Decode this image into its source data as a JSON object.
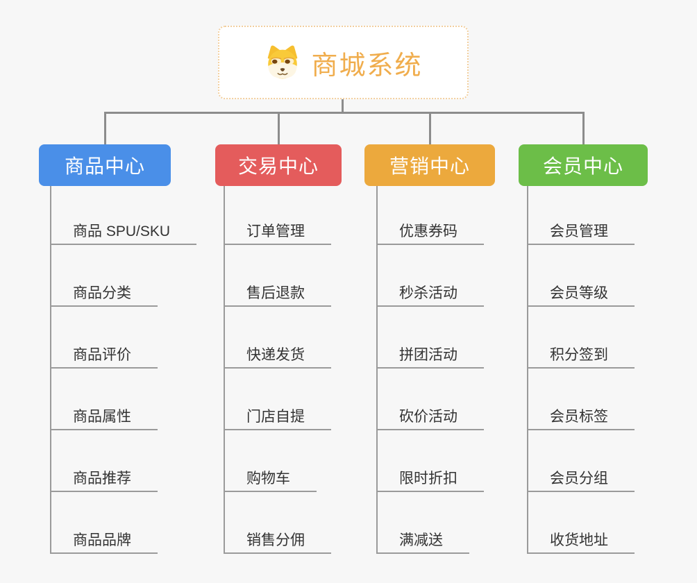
{
  "canvas": {
    "background": "#f7f7f7"
  },
  "root": {
    "title": "商城系统",
    "icon": "dog-face-icon",
    "text_color": "#f0ad4d",
    "border_color": "#f2cf9e",
    "background": "#ffffff"
  },
  "connectors": {
    "tree_line_color": "#8c8c8c",
    "item_line_color": "#9a9a9a"
  },
  "item_text_color": "#333333",
  "branches": [
    {
      "label": "商品中心",
      "color": "#4a8fe8",
      "items": [
        "商品 SPU/SKU",
        "商品分类",
        "商品评价",
        "商品属性",
        "商品推荐",
        "商品品牌"
      ]
    },
    {
      "label": "交易中心",
      "color": "#e45c5c",
      "items": [
        "订单管理",
        "售后退款",
        "快递发货",
        "门店自提",
        "购物车",
        "销售分佣"
      ]
    },
    {
      "label": "营销中心",
      "color": "#eca93d",
      "items": [
        "优惠券码",
        "秒杀活动",
        "拼团活动",
        "砍价活动",
        "限时折扣",
        "满减送"
      ]
    },
    {
      "label": "会员中心",
      "color": "#6cbe48",
      "items": [
        "会员管理",
        "会员等级",
        "积分签到",
        "会员标签",
        "会员分组",
        "收货地址"
      ]
    }
  ]
}
